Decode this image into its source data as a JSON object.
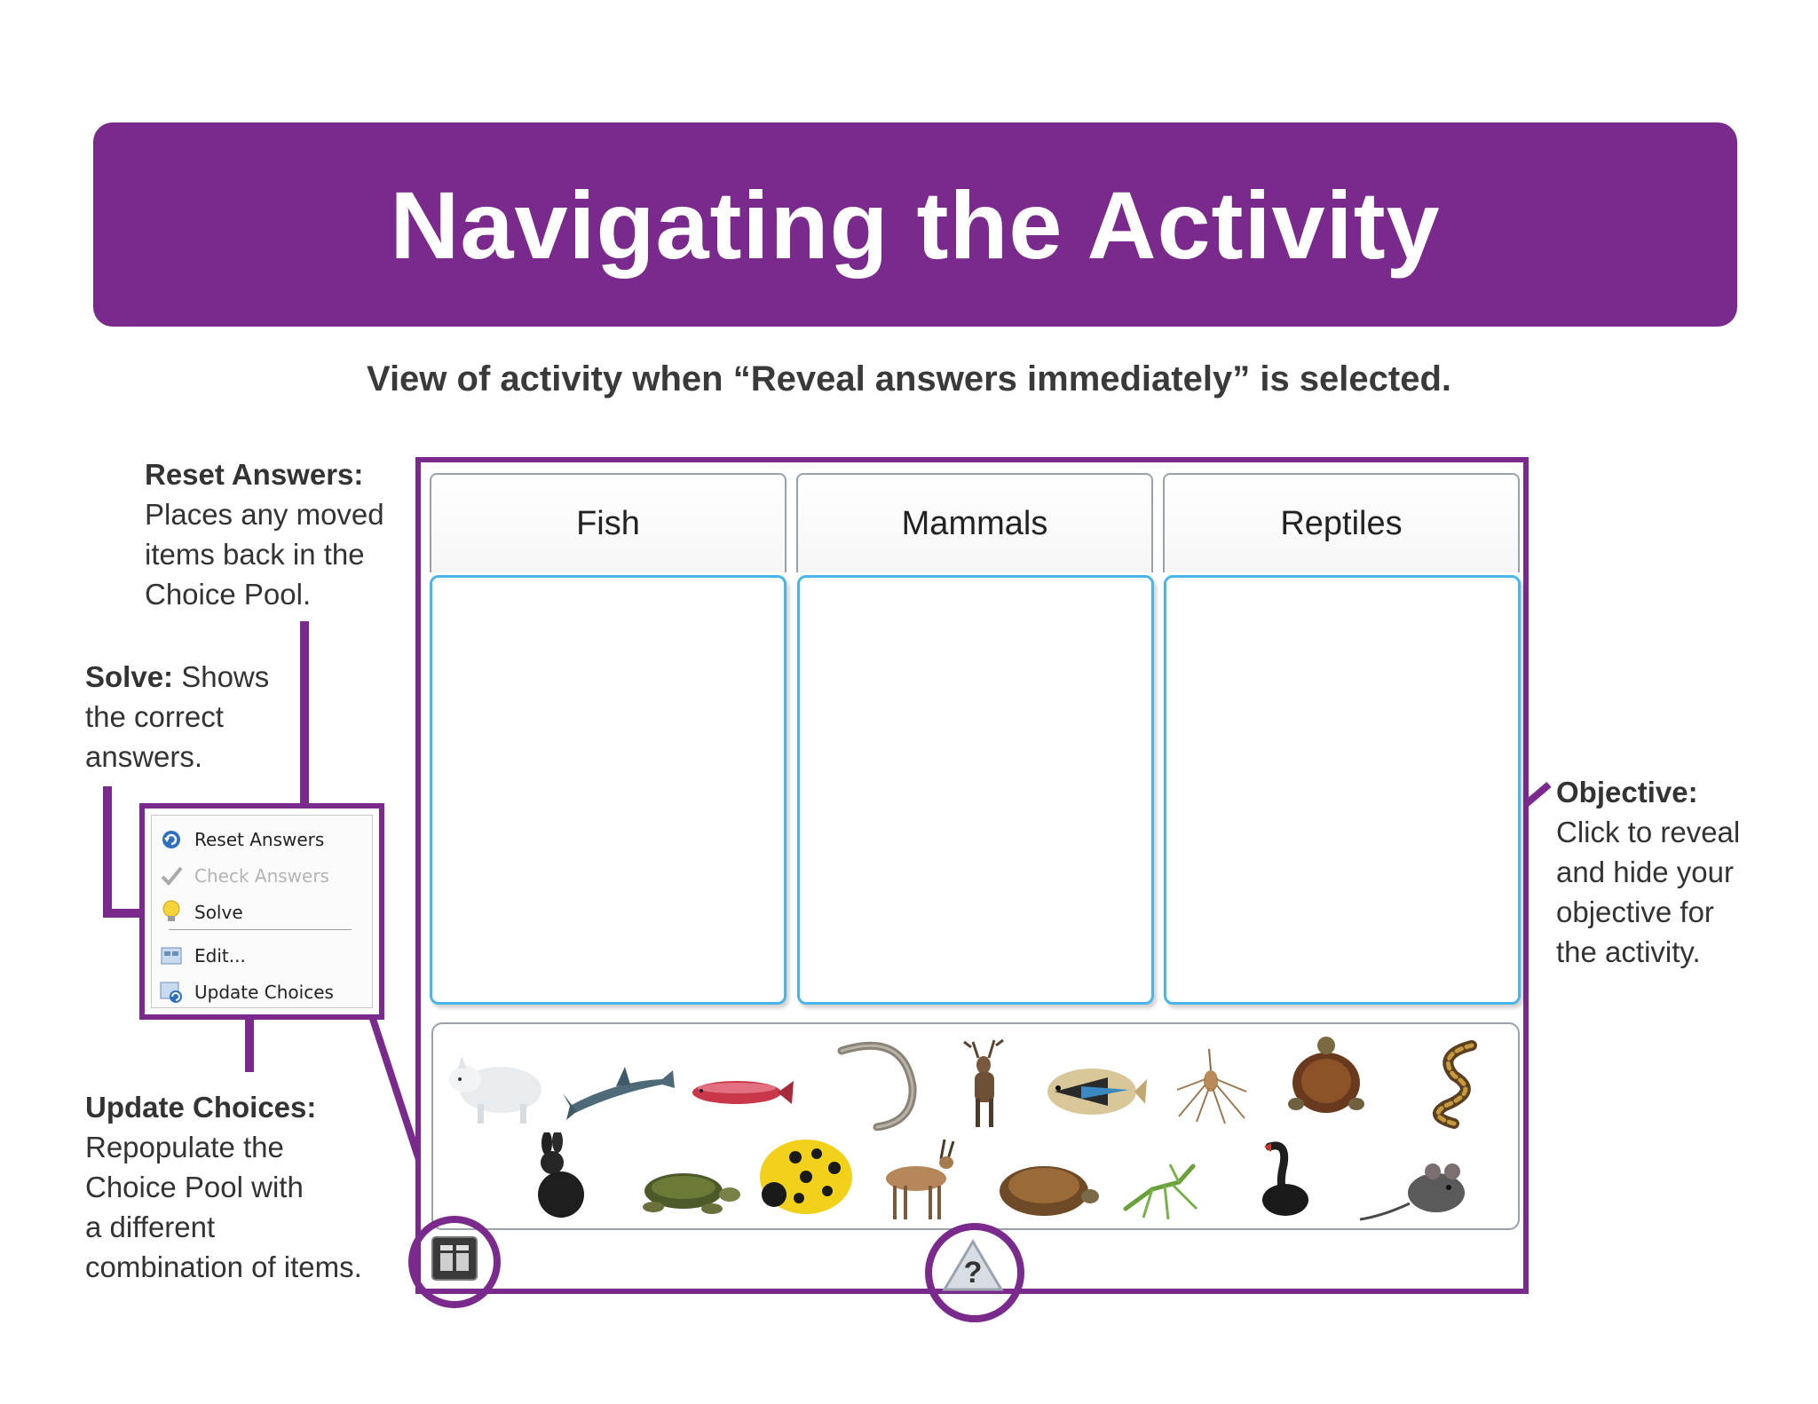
{
  "banner": {
    "title": "Navigating the Activity"
  },
  "subtitle": "View of activity when “Reveal answers immediately” is selected.",
  "notes": {
    "reset": {
      "label": "Reset Answers:",
      "lines": [
        "Places any moved",
        "items back in the",
        "Choice Pool."
      ]
    },
    "solve": {
      "label": "Solve:",
      "after_label": " Shows",
      "lines": [
        "the correct",
        "answers."
      ]
    },
    "update": {
      "label": "Update Choices:",
      "lines": [
        "Repopulate the",
        "Choice Pool with",
        "a different",
        "combination of items."
      ]
    },
    "objective": {
      "label": "Objective:",
      "lines": [
        "Click to reveal",
        "and hide your",
        "objective for",
        "the activity."
      ]
    }
  },
  "activity": {
    "categories": [
      "Fish",
      "Mammals",
      "Reptiles"
    ]
  },
  "menu": {
    "items": [
      {
        "label": "Reset Answers",
        "icon": "reset-icon",
        "enabled": true
      },
      {
        "label": "Check Answers",
        "icon": "check-icon",
        "enabled": false
      },
      {
        "label": "Solve",
        "icon": "lightbulb-icon",
        "enabled": true
      },
      {
        "label": "Edit...",
        "icon": "edit-icon",
        "enabled": true
      },
      {
        "label": "Update Choices",
        "icon": "update-choices-icon",
        "enabled": true
      }
    ]
  },
  "choice_pool": {
    "row1": [
      "arctic-fox-icon",
      "hammerhead-shark-icon",
      "salmon-icon",
      "eel-icon",
      "deer-icon",
      "triggerfish-icon",
      "mosquito-icon",
      "tortoise-icon",
      "snake-icon"
    ],
    "row2": [
      "rabbit-icon",
      "turtle-icon",
      "ladybug-icon",
      "gazelle-icon",
      "box-turtle-icon",
      "mantis-icon",
      "swan-icon",
      "mouse-icon"
    ]
  },
  "colors": {
    "brand_purple": "#7a2a8c",
    "box_blue": "#4ab6e8"
  }
}
